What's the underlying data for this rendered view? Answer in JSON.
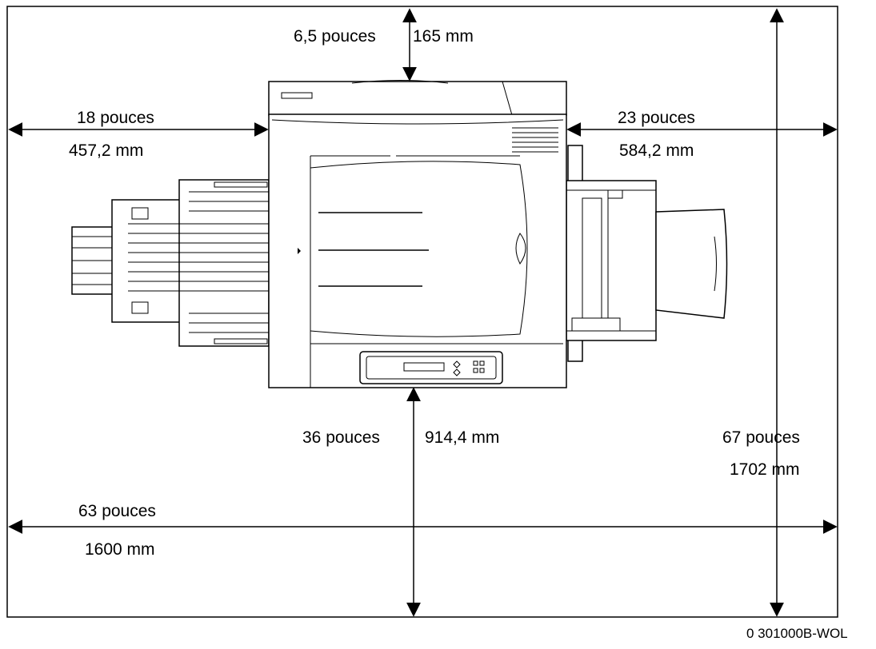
{
  "figure_code": "0 301000B-WOL",
  "dimensions": {
    "top_in": "6,5 pouces",
    "top_mm": "165 mm",
    "left_in": "18 pouces",
    "left_mm": "457,2 mm",
    "right_in": "23 pouces",
    "right_mm": "584,2 mm",
    "front_in": "36 pouces",
    "front_mm": "914,4 mm",
    "depth_in": "67 pouces",
    "depth_mm": "1702 mm",
    "width_in": "63 pouces",
    "width_mm": "1600 mm"
  }
}
